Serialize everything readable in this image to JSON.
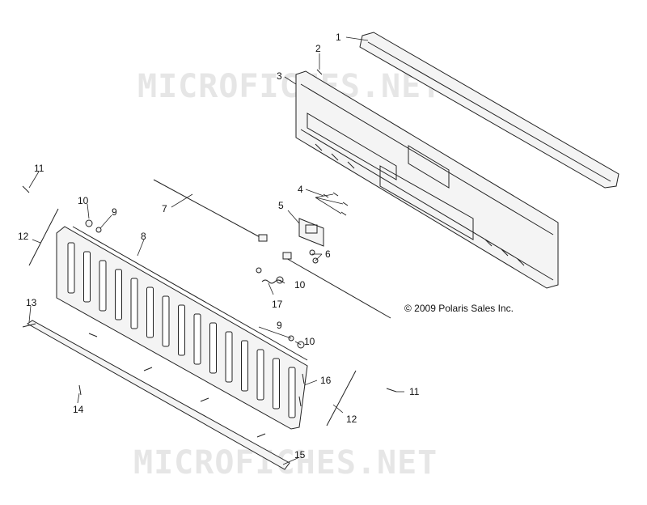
{
  "watermark": "MICROFICHES.NET",
  "copyright": "© 2009 Polaris Sales Inc.",
  "callouts": {
    "c1": "1",
    "c2": "2",
    "c3": "3",
    "c4": "4",
    "c5": "5",
    "c6": "6",
    "c7": "7",
    "c8": "8",
    "c9a": "9",
    "c9b": "9",
    "c10a": "10",
    "c10b": "10",
    "c10c": "10",
    "c11a": "11",
    "c11b": "11",
    "c12a": "12",
    "c12b": "12",
    "c13": "13",
    "c14": "14",
    "c15": "15",
    "c16": "16",
    "c17": "17"
  }
}
